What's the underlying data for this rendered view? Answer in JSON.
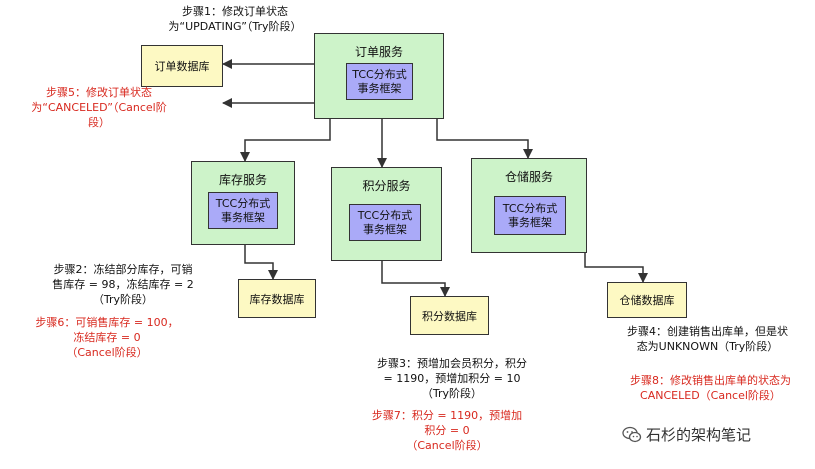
{
  "services": {
    "order": {
      "title": "订单服务",
      "tcc": "TCC分布式\n事务框架"
    },
    "inventory": {
      "title": "库存服务",
      "tcc": "TCC分布式\n事务框架"
    },
    "points": {
      "title": "积分服务",
      "tcc": "TCC分布式\n事务框架"
    },
    "warehouse": {
      "title": "仓储服务",
      "tcc": "TCC分布式\n事务框架"
    }
  },
  "databases": {
    "order": "订单数据库",
    "inventory": "库存数据库",
    "points": "积分数据库",
    "warehouse": "仓储数据库"
  },
  "notes": {
    "step1": "步骤1：修改订单状态\n为“UPDATING”（Try阶段）",
    "step5": "步骤5：修改订单状态\n为“CANCELED”（Cancel阶\n段）",
    "step2": "步骤2：冻结部分库存，可销\n售库存 = 98，冻结库存 = 2\n（Try阶段）",
    "step6": "步骤6：可销售库存 = 100，\n冻结库存 = 0\n（Cancel阶段）",
    "step3": "步骤3：预增加会员积分，积分\n= 1190，预增加积分 = 10\n（Try阶段）",
    "step7": "步骤7：积分 = 1190，预增加\n积分 = 0\n（Cancel阶段）",
    "step4": "步骤4：创建销售出库单，但是状\n态为UNKNOWN（Try阶段）",
    "step8": "步骤8：修改销售出库单的状态为\nCANCELED（Cancel阶段）"
  },
  "watermark": {
    "text": "石杉的架构笔记",
    "icon": "wechat-icon"
  },
  "colors": {
    "service_fill": "#cdf3c9",
    "tcc_fill": "#aaaaf8",
    "db_fill": "#fdf9c3",
    "cancel_text": "#d8291f"
  }
}
